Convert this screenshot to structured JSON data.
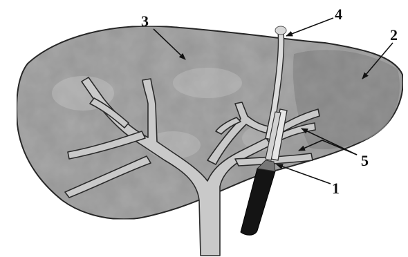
{
  "labels": {
    "l1": "1",
    "l2": "2",
    "l3": "3",
    "l4": "4",
    "l5": "5"
  },
  "colors": {
    "background": "#ffffff",
    "organ_fill": "#a9a9a9",
    "organ_dark_lobe": "#8f8f8f",
    "vessel_fill": "#c9c9c9",
    "outline": "#2a2a2a",
    "catheter": "#141414"
  }
}
